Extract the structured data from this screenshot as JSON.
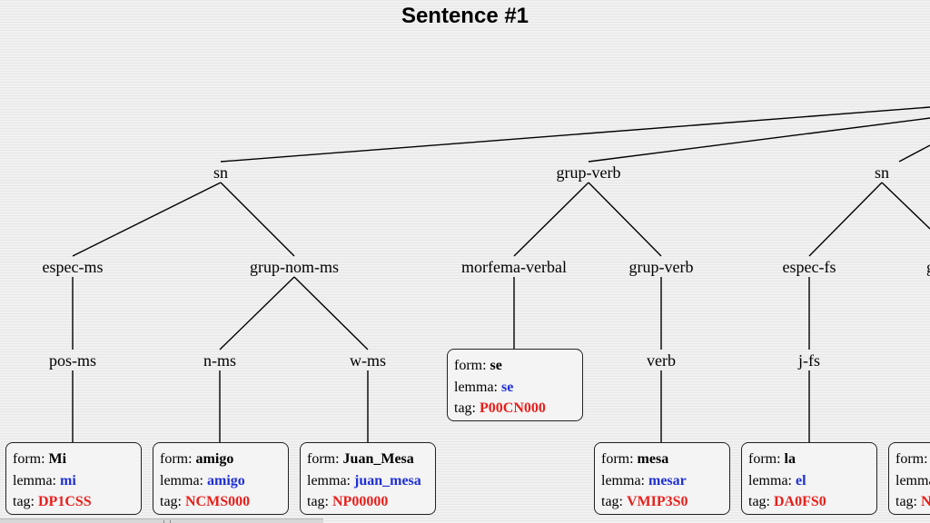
{
  "title": "Sentence #1",
  "labels": {
    "form": "form:",
    "lemma": "lemma:",
    "tag": "tag:"
  },
  "nodes": [
    {
      "id": "sn1",
      "label": "sn"
    },
    {
      "id": "espec-ms",
      "label": "espec-ms"
    },
    {
      "id": "grup-nom-ms",
      "label": "grup-nom-ms"
    },
    {
      "id": "pos-ms",
      "label": "pos-ms"
    },
    {
      "id": "n-ms",
      "label": "n-ms"
    },
    {
      "id": "w-ms",
      "label": "w-ms"
    },
    {
      "id": "grup-verb-1",
      "label": "grup-verb"
    },
    {
      "id": "morfema-verbal",
      "label": "morfema-verbal"
    },
    {
      "id": "grup-verb-2",
      "label": "grup-verb"
    },
    {
      "id": "verb",
      "label": "verb"
    },
    {
      "id": "sn2",
      "label": "sn"
    },
    {
      "id": "espec-fs",
      "label": "espec-fs"
    },
    {
      "id": "j-fs",
      "label": "j-fs"
    },
    {
      "id": "gr-cut",
      "label": "gr"
    }
  ],
  "leaves": [
    {
      "id": "leaf-mi",
      "form": "Mi",
      "lemma": "mi",
      "tag": "DP1CSS"
    },
    {
      "id": "leaf-amigo",
      "form": "amigo",
      "lemma": "amigo",
      "tag": "NCMS000"
    },
    {
      "id": "leaf-juan-mesa",
      "form": "Juan_Mesa",
      "lemma": "juan_mesa",
      "tag": "NP00000"
    },
    {
      "id": "leaf-se",
      "form": "se",
      "lemma": "se",
      "tag": "P00CN000"
    },
    {
      "id": "leaf-mesa",
      "form": "mesa",
      "lemma": "mesar",
      "tag": "VMIP3S0"
    },
    {
      "id": "leaf-la",
      "form": "la",
      "lemma": "el",
      "tag": "DA0FS0"
    },
    {
      "id": "leaf-cut",
      "form": "",
      "lemma": "",
      "tag": "N"
    }
  ],
  "colors": {
    "lemma": "#1f2fd6",
    "tag": "#e8201c",
    "edge": "#000000",
    "background": "#f1f1f1"
  }
}
